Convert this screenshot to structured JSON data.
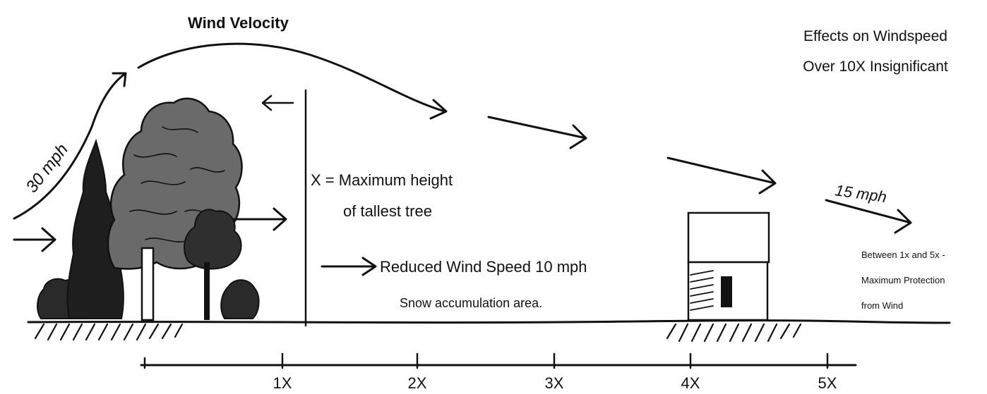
{
  "labels": {
    "wind_velocity": "Wind Velocity",
    "effects_line1": "Effects on Windspeed",
    "effects_line2": "Over 10X Insignificant",
    "speed_30": "30 mph",
    "speed_15": "15 mph",
    "x_def_line1": "X =  Maximum height",
    "x_def_line2": "of tallest tree",
    "reduced": "Reduced Wind Speed 10 mph",
    "snow": "Snow accumulation area.",
    "protect_line1": "Between 1x and 5x -",
    "protect_line2": "Maximum Protection",
    "protect_line3": "from Wind"
  },
  "scale_ticks": [
    "1X",
    "2X",
    "3X",
    "4X",
    "5X"
  ]
}
